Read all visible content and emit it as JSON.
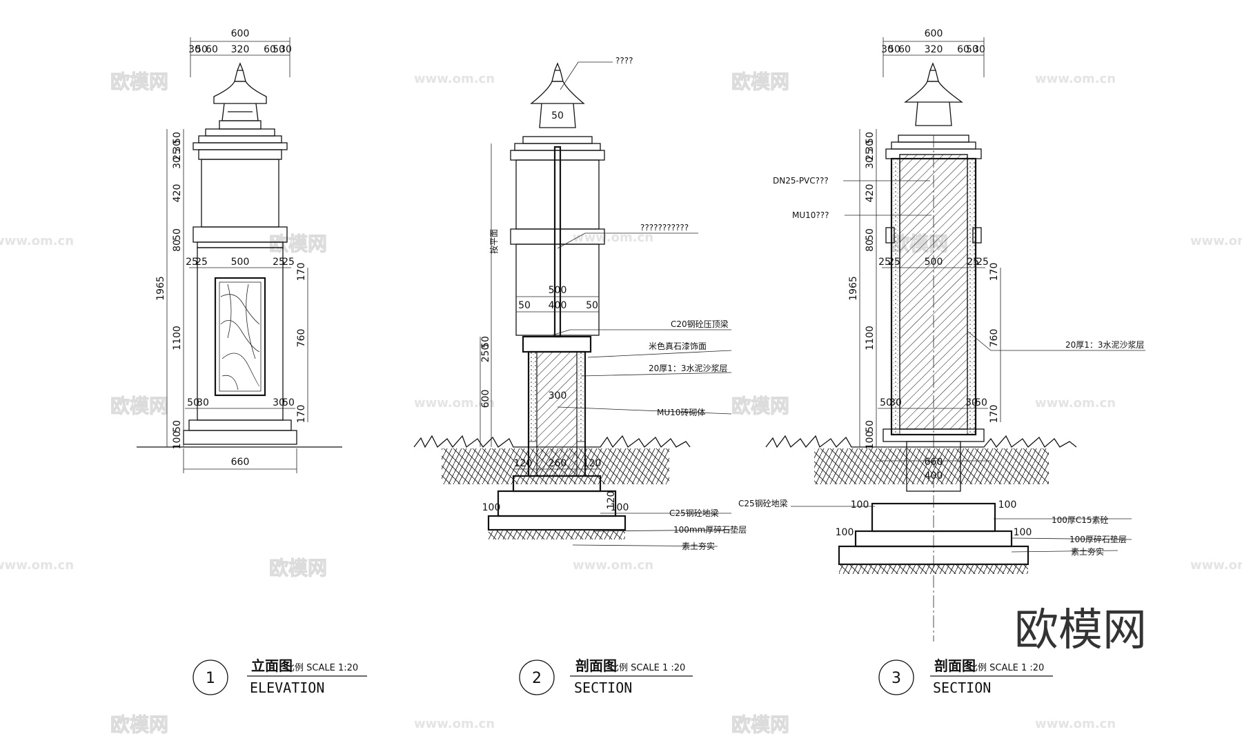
{
  "watermark": {
    "brand": "欧模网",
    "url": "www.om.cn"
  },
  "brand_mark": "欧模网",
  "views": [
    {
      "number": "1",
      "title_cn": "立面图",
      "title_en": "ELEVATION",
      "scale": "比例 SCALE 1:20",
      "dims": {
        "total_width": "600",
        "segments_top": [
          "30",
          "50",
          "60",
          "320",
          "60",
          "50",
          "30"
        ],
        "heights_left": [
          "50",
          "30",
          "25",
          "30",
          "420",
          "50",
          "80",
          "1100",
          "50",
          "100"
        ],
        "total_height": "1965",
        "panel_width": "500",
        "panel_sides": [
          "25",
          "25",
          "25",
          "25"
        ],
        "panel_right": [
          "170",
          "760",
          "170"
        ],
        "panel_bottom_side": [
          "50",
          "30",
          "30",
          "50"
        ],
        "base_width": "660"
      }
    },
    {
      "number": "2",
      "title_cn": "剖面图",
      "title_en": "SECTION",
      "scale": "比例 SCALE 1 :20",
      "dims": {
        "cap": "50",
        "level_label": "按平面",
        "top_width": "500",
        "inner": [
          "50",
          "400",
          "50"
        ],
        "heights": [
          "50",
          "250",
          "600"
        ],
        "core": "300",
        "footing": [
          "120",
          "260",
          "120"
        ],
        "footing_h": "120",
        "slab_side": [
          "100",
          "100"
        ]
      },
      "notes": [
        "????",
        "???????????",
        "C20钢砼压顶梁",
        "米色真石漆饰面",
        "20厚1：3水泥沙浆层",
        "MU10砖砌体",
        "C25钢砼地梁",
        "100mm厚碎石垫层",
        "素土夯实"
      ]
    },
    {
      "number": "3",
      "title_cn": "剖面图",
      "title_en": "SECTION",
      "scale": "比例 SCALE 1 :20",
      "dims": {
        "total_width": "600",
        "segments_top": [
          "30",
          "50",
          "60",
          "320",
          "60",
          "50",
          "30"
        ],
        "heights_left": [
          "50",
          "30",
          "25",
          "30",
          "420",
          "50",
          "80",
          "1100",
          "50",
          "100"
        ],
        "total_height": "1965",
        "panel_width": "500",
        "panel_sides": [
          "25",
          "25",
          "25",
          "25"
        ],
        "panel_right": [
          "170",
          "760",
          "170"
        ],
        "panel_bottom_side": [
          "50",
          "30",
          "30",
          "50"
        ],
        "base_width": "660",
        "base_inner": "400",
        "slab": [
          "100",
          "100",
          "100",
          "100"
        ]
      },
      "notes": [
        "DN25-PVC???",
        "MU10???",
        "20厚1：3水泥沙浆层",
        "C25钢砼地梁",
        "100厚C15素砼",
        "100厚碎石垫层",
        "素土夯实"
      ]
    }
  ]
}
